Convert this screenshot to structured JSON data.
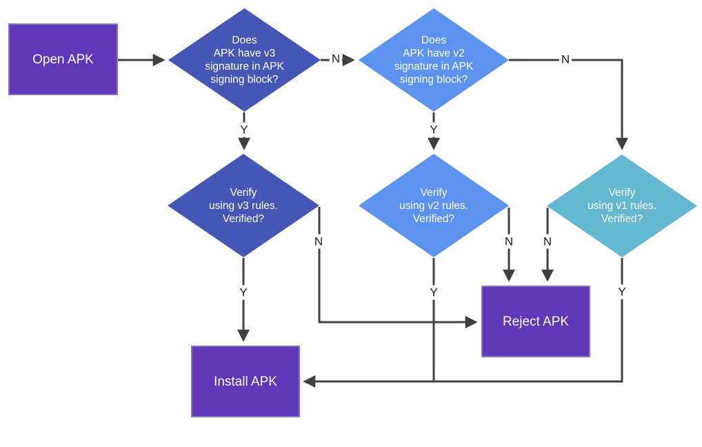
{
  "diagram": {
    "type": "flowchart",
    "topic": "APK signature verification"
  },
  "colors": {
    "box_purple": "#5E38B7",
    "diamond_indigo": "#4556B5",
    "diamond_blue": "#5C93EE",
    "diamond_teal": "#63B7CE",
    "arrow": "#404040",
    "node_text": "#FFFFFF",
    "edge_label_text": "#1A1A1A",
    "background": "#FFFFFF"
  },
  "nodes": {
    "open_apk": {
      "shape": "rect",
      "color": "purple",
      "label": "Open APK"
    },
    "v3_check": {
      "shape": "diamond",
      "color": "indigo",
      "label": "Does\nAPK have v3\nsignature in APK\nsigning block?"
    },
    "v2_check": {
      "shape": "diamond",
      "color": "blue",
      "label": "Does\nAPK have v2\nsignature in APK\nsigning block?"
    },
    "v3_verify": {
      "shape": "diamond",
      "color": "indigo",
      "label": "Verify\nusing v3 rules.\nVerified?"
    },
    "v2_verify": {
      "shape": "diamond",
      "color": "blue",
      "label": "Verify\nusing v2 rules.\nVerified?"
    },
    "v1_verify": {
      "shape": "diamond",
      "color": "teal",
      "label": "Verify\nusing v1 rules.\nVerified?"
    },
    "install_apk": {
      "shape": "rect",
      "color": "purple",
      "label": "Install APK"
    },
    "reject_apk": {
      "shape": "rect",
      "color": "purple",
      "label": "Reject APK"
    }
  },
  "edges": [
    {
      "from": "open_apk",
      "to": "v3_check",
      "label": ""
    },
    {
      "from": "v3_check",
      "to": "v3_verify",
      "label": "Y"
    },
    {
      "from": "v3_check",
      "to": "v2_check",
      "label": "N"
    },
    {
      "from": "v2_check",
      "to": "v2_verify",
      "label": "Y"
    },
    {
      "from": "v2_check",
      "to": "v1_verify",
      "label": "N"
    },
    {
      "from": "v3_verify",
      "to": "install_apk",
      "label": "Y"
    },
    {
      "from": "v3_verify",
      "to": "reject_apk",
      "label": "N"
    },
    {
      "from": "v2_verify",
      "to": "reject_apk",
      "label": "N"
    },
    {
      "from": "v2_verify",
      "to": "install_apk",
      "label": "Y"
    },
    {
      "from": "v1_verify",
      "to": "reject_apk",
      "label": "N"
    },
    {
      "from": "v1_verify",
      "to": "install_apk",
      "label": "Y"
    }
  ]
}
